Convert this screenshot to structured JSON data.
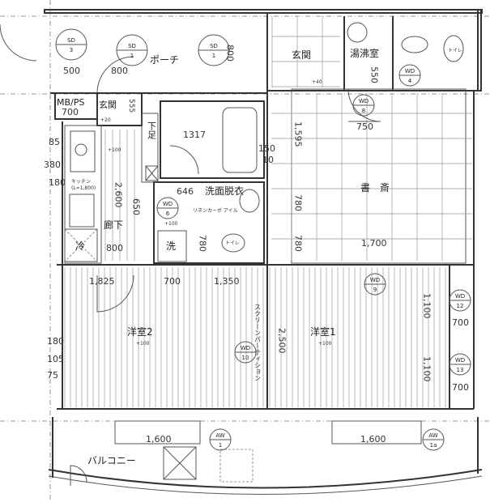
{
  "rooms": {
    "porch": "ポーチ",
    "genkan_top": "玄関",
    "yuwakashi": "湯沸室",
    "mbps": "MB/PS",
    "genkan_small": "玄関",
    "geta": "下足",
    "senmen": "洗面脱衣",
    "shosai": "書　斎",
    "kitchen": "キッチン",
    "kitchen_spec": "(L=1,800)",
    "rouka": "廊下",
    "rei": "冷",
    "sen": "洗",
    "youshitsu2": "洋室2",
    "youshitsu1": "洋室1",
    "balcony": "バルコニー",
    "toilet_a": "トイレ",
    "toilet_b": "トイレ",
    "screen_partition": "スクリーンパーティション",
    "linen": "リネンカーボ アイル"
  },
  "dimensions": {
    "sd3_door": "500",
    "sd1_door": "800",
    "porch_side": "800",
    "mbps_w": "700",
    "genkan_h": "555",
    "bath": "1317",
    "senmen_w": "646",
    "corridor_len": "2,600",
    "corridor_side": "650",
    "corridor_door": "800",
    "wash_h": "780",
    "yuwakashi_door": "550",
    "shosai_door": "750",
    "shosai_h1": "1,595",
    "shosai_h2": "780",
    "shosai_h3": "780",
    "shosai_w": "1,700",
    "wall_150": "150",
    "wall_10": "10",
    "left_85": "85",
    "left_380": "380",
    "left_180": "180",
    "row_1825": "1,825",
    "row_700": "700",
    "row_1350": "1,350",
    "left_180b": "180",
    "left_105": "105",
    "left_75": "75",
    "partition_len": "2,500",
    "closet_1100a": "1,100",
    "closet_1100b": "1,100",
    "closet_700a": "700",
    "closet_700b": "700",
    "window_left": "1,600",
    "window_right": "1,600"
  },
  "tags": {
    "sd3": [
      "SD",
      "3"
    ],
    "sd1a": [
      "SD",
      "1"
    ],
    "sd1b": [
      "SD",
      "1"
    ],
    "wd6": [
      "WD",
      "6"
    ],
    "wd4": [
      "WD",
      "4"
    ],
    "wd8": [
      "WD",
      "8"
    ],
    "wd9": [
      "WD",
      "9"
    ],
    "wd10": [
      "WD",
      "10"
    ],
    "wd12": [
      "WD",
      "12"
    ],
    "wd13": [
      "WD",
      "13"
    ],
    "aw1": [
      "AW",
      "1"
    ],
    "aw1a": [
      "AW",
      "1a"
    ]
  },
  "levels": {
    "kitchen": "+100",
    "wash": "+100",
    "genkan": "+40",
    "youshitsu2": "+100",
    "youshitsu1": "+100",
    "genkan_small": "+20"
  }
}
